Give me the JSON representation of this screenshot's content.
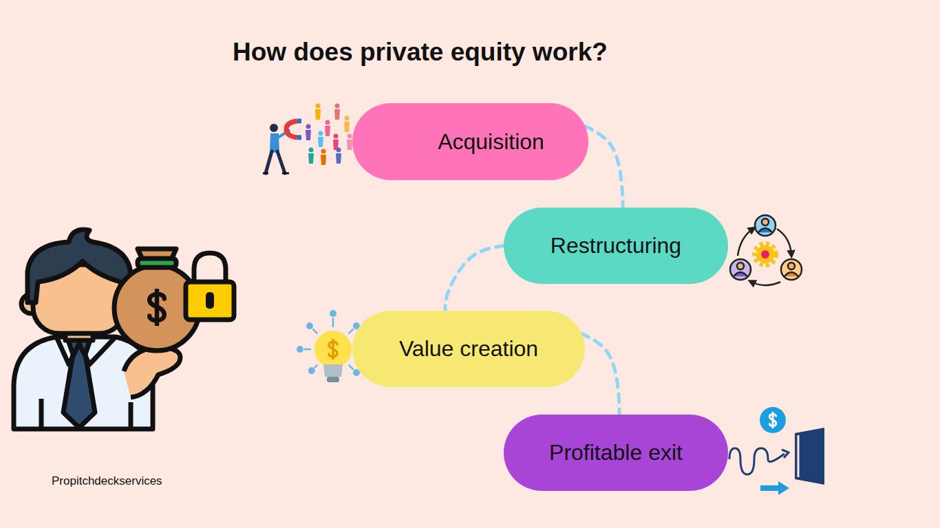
{
  "diagram": {
    "title": "How does private equity work?",
    "nodes": [
      {
        "text": [
          "Acquisition"
        ]
      },
      {
        "text": [
          "Restructuring"
        ]
      },
      {
        "text": [
          "Value creation"
        ]
      },
      {
        "text": [
          "Profitable exit"
        ]
      }
    ],
    "edges": [
      {
        "from": 0,
        "to": 1,
        "arrow": "none"
      },
      {
        "from": 1,
        "to": 2,
        "arrow": "none"
      },
      {
        "from": 2,
        "to": 3,
        "arrow": "none"
      }
    ],
    "labels": [
      "Propitchdeckservices"
    ]
  }
}
